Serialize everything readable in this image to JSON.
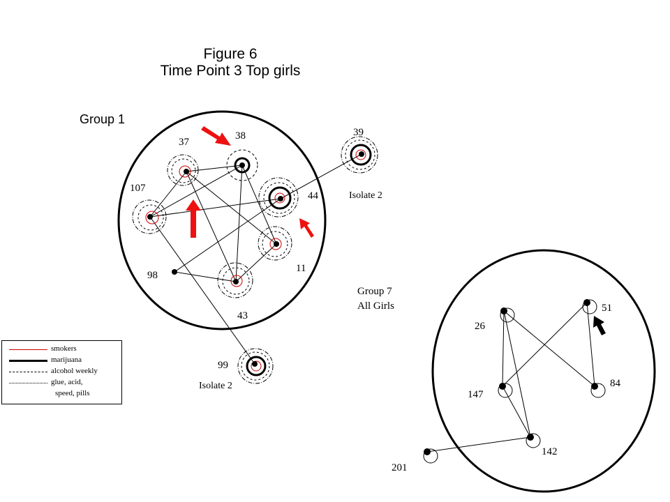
{
  "title": {
    "line1": "Figure 6",
    "line2": "Time Point 3  Top girls"
  },
  "group1": {
    "label": "Group 1",
    "nodes": [
      "37",
      "38",
      "39",
      "107",
      "44",
      "11",
      "98",
      "43",
      "99"
    ],
    "isolate_label_top": "Isolate 2",
    "isolate_label_bottom": "Isolate 2"
  },
  "group7": {
    "label_line1": "Group 7",
    "label_line2": "All Girls",
    "nodes": [
      "26",
      "51",
      "147",
      "84",
      "142",
      "201"
    ]
  },
  "legend": {
    "items": [
      {
        "label": "smokers",
        "style": "red-thin"
      },
      {
        "label": "marijuana",
        "style": "black-thick"
      },
      {
        "label": "alcohol weekly",
        "style": "dashed"
      },
      {
        "label": "glue, acid,",
        "style": "dash-dot"
      },
      {
        "label": "speed, pills",
        "style": "none"
      }
    ]
  },
  "colors": {
    "smokers": "#cc0000",
    "arrow": "#ee1111",
    "arrow_dark": "#000000"
  },
  "icons": [
    "arrow-icon"
  ]
}
